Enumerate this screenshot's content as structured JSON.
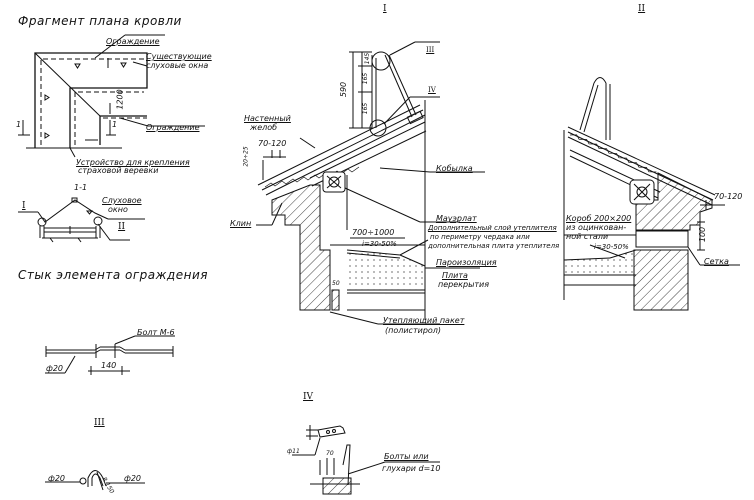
{
  "plan": {
    "title": "Фрагмент плана кровли",
    "label_fence_top": "Ограждение",
    "label_existing_windows_1": "Существующие",
    "label_existing_windows_2": "слуховые окна",
    "label_fence_right": "Ограждение",
    "label_device_1": "Устройство для крепления",
    "label_device_2": "страховой веревки",
    "dim_1200": "1200",
    "section_mark": "1"
  },
  "section11": {
    "title": "1-1",
    "label_dormer_1": "Слуховое",
    "label_dormer_2": "окно",
    "mark_I": "I",
    "mark_II": "II"
  },
  "joint": {
    "title": "Стык элемента ограждения",
    "bolt_label": "Болт М-6",
    "dia": "ф20",
    "dim": "140"
  },
  "detailIII": {
    "title": "III",
    "dia_left": "ф20",
    "dia_right": "ф20",
    "radius": "R 150"
  },
  "detailI": {
    "title": "I",
    "ref_III": "III",
    "ref_IV": "IV",
    "dim_590": "590",
    "dim_145": "145",
    "dim_165a": "165",
    "dim_165b": "165",
    "label_gutter_1": "Настенный",
    "label_gutter_2": "желоб",
    "dim_70_120": "70-120",
    "dim_20_25": "20÷25",
    "label_wedge": "Клин",
    "label_kobylka": "Кобылка",
    "label_mauerlat": "Мауэрлат",
    "label_add_1": "Дополнительный слой утеплителя",
    "label_add_2": "по периметру чердака или",
    "label_add_3": "дополнительная плита утеплителя",
    "dim_700_1000": "700÷1000",
    "slope": "i=30-50%",
    "label_vapor": "Пароизоляция",
    "label_slab_1": "Плита",
    "label_slab_2": "перекрытия",
    "label_packet_1": "Утепляющий пакет",
    "label_packet_2": "(полистирол)",
    "dim_50": "50"
  },
  "detailII": {
    "title": "II",
    "label_box_1": "Короб 200×200",
    "label_box_2": "из оцинкован-",
    "label_box_3": "ной стали",
    "slope": "i=30-50%",
    "dim_70_120": "70-120",
    "dim_100": "100",
    "label_mesh": "Сетка"
  },
  "detailIV": {
    "title": "IV",
    "dia": "ф11",
    "dim_70": "70",
    "label_bolts_1": "Болты или",
    "label_bolts_2": "глухари d=10"
  }
}
